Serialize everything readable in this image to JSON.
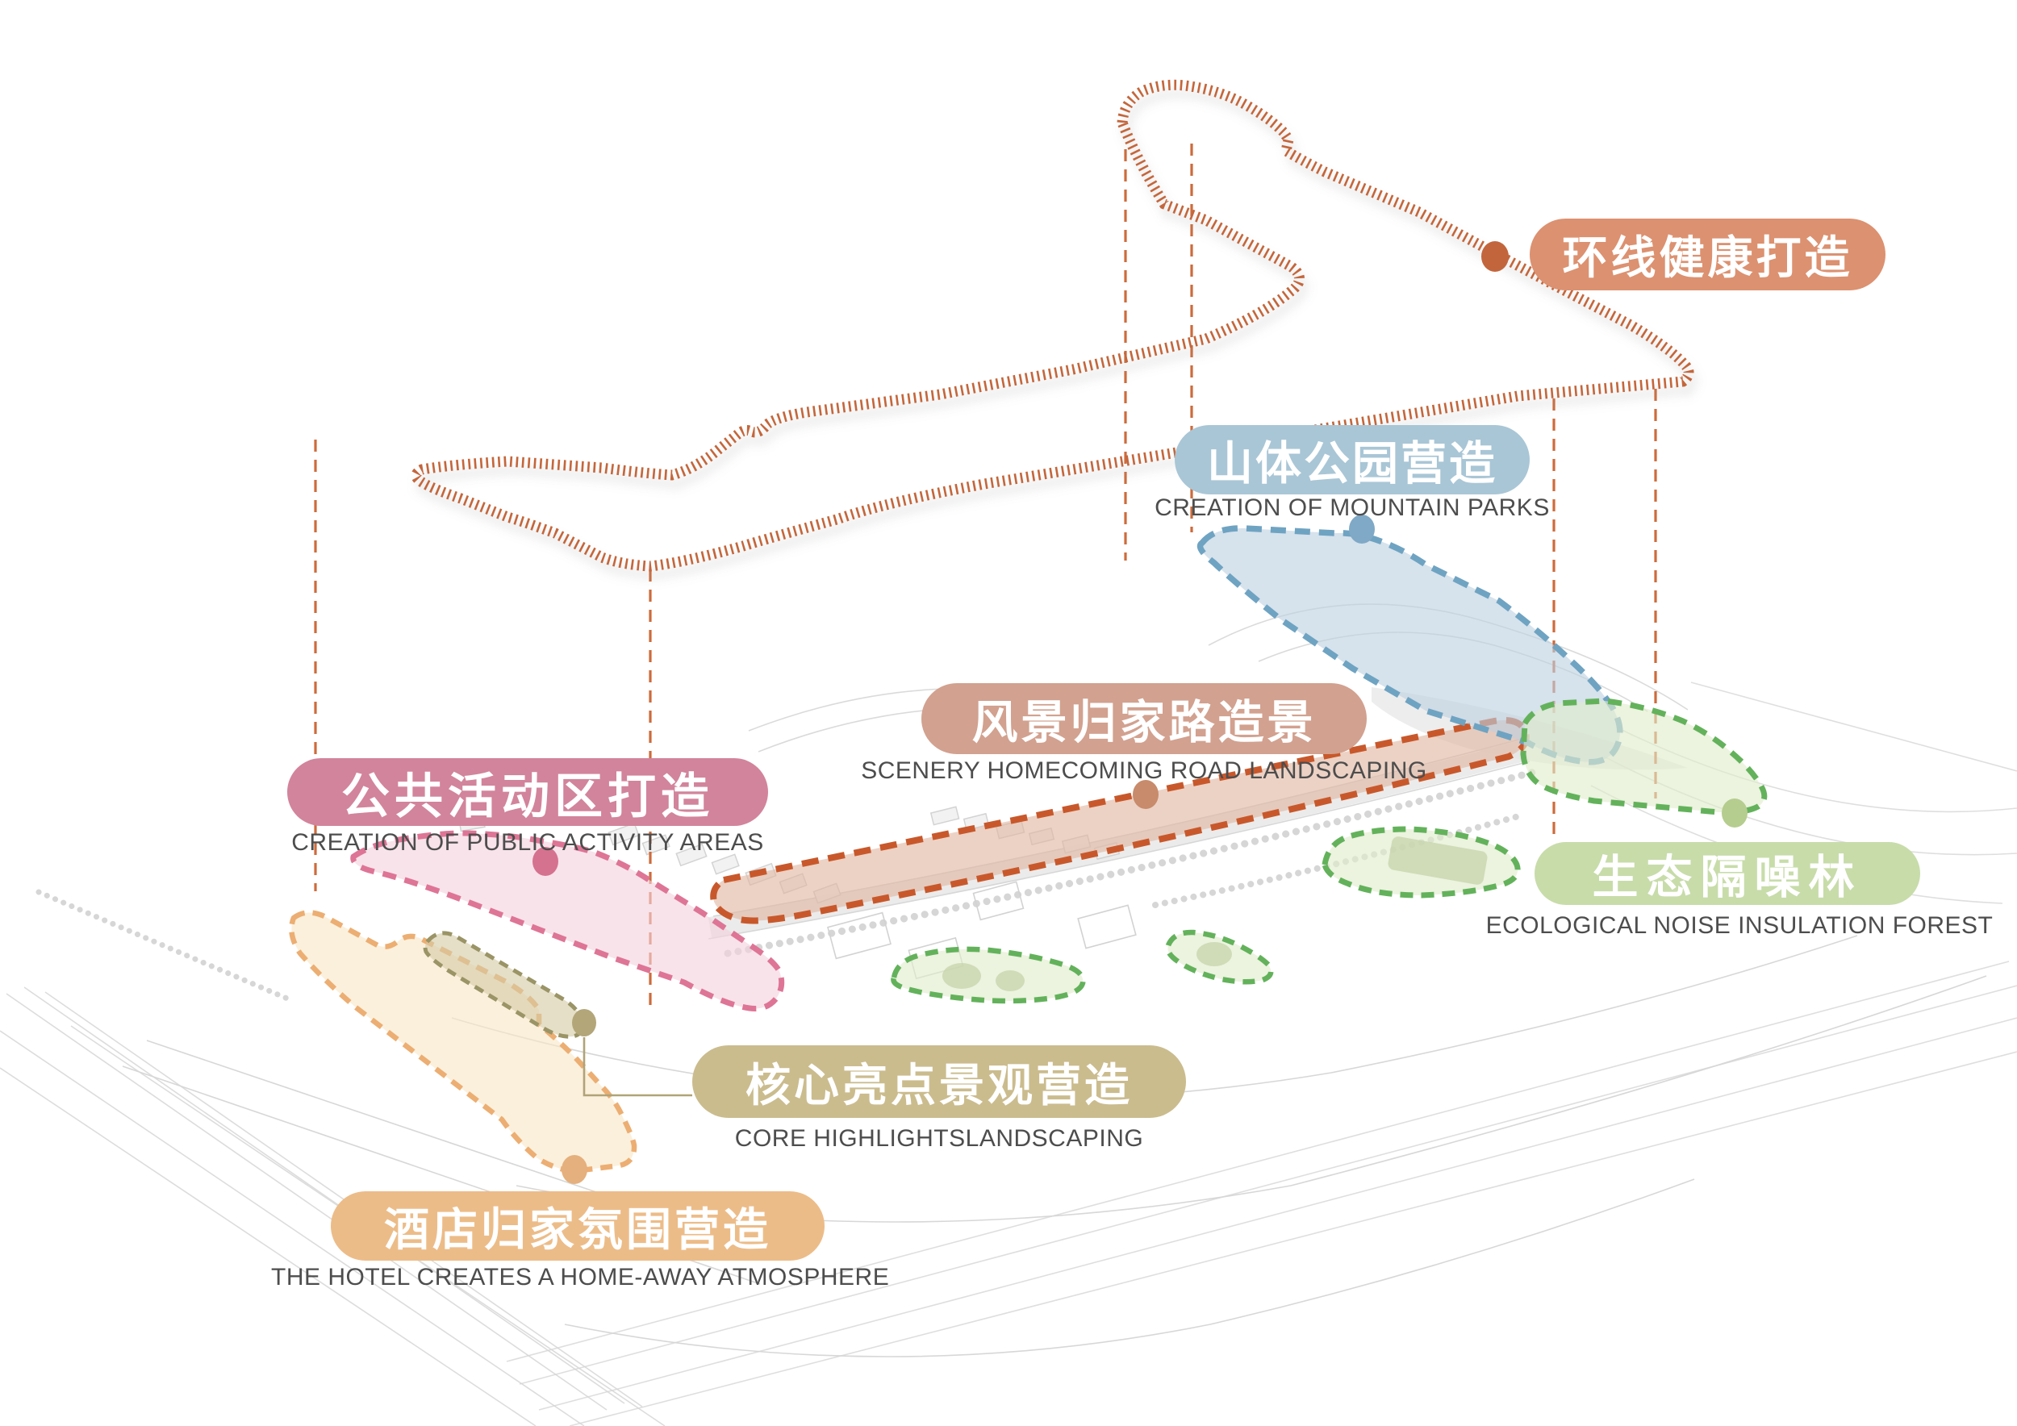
{
  "diagram_title": "Landscape strategy analysis diagram",
  "labels": {
    "ring": {
      "zh": "环线健康打造",
      "en": "",
      "pill": "#DC9170",
      "dot": "#C3653C"
    },
    "mountain": {
      "zh": "山体公园营造",
      "en": "CREATION OF MOUNTAIN PARKS",
      "pill": "#A9C6D6",
      "dot": "#7FA9C6"
    },
    "public": {
      "zh": "公共活动区打造",
      "en": "CREATION OF PUBLIC ACTIVITY AREAS",
      "pill": "#D2849C",
      "dot": "#D5728F"
    },
    "road": {
      "zh": "风景归家路造景",
      "en": "SCENERY HOMECOMING ROAD LANDSCAPING",
      "pill": "#D2A18F",
      "dot": "#C88B6B"
    },
    "eco": {
      "zh": "生态隔噪林",
      "en": "ECOLOGICAL NOISE INSULATION FOREST",
      "pill": "#C8DCAA",
      "dot": "#B5CD8E"
    },
    "core": {
      "zh": "核心亮点景观营造",
      "en": "CORE HIGHLIGHTSLANDSCAPING",
      "pill": "#CBBC8E",
      "dot": "#B3A679"
    },
    "hotel": {
      "zh": "酒店归家氛围营造",
      "en": "THE HOTEL CREATES A HOME-AWAY ATMOSPHERE",
      "pill": "#ECBC88",
      "dot": "#E5B07D"
    }
  },
  "zones": {
    "mountain": {
      "fill": "#BDD1E0",
      "stroke": "#6FA3C2"
    },
    "public": {
      "fill": "#F3D2DD",
      "stroke": "#DE7596"
    },
    "road": {
      "fill": "#E0B6A2",
      "stroke": "#C8582B"
    },
    "eco": {
      "fill": "#E0EBCC",
      "stroke": "#63B25B"
    },
    "core": {
      "fill": "#D5CBA6",
      "stroke": "#9A9466"
    },
    "hotel": {
      "fill": "#F8E6C6",
      "stroke": "#ECAE72"
    }
  },
  "track": {
    "color": "#C4663A",
    "guide_color": "#CD6B3B",
    "connector_color": "#B0A377"
  }
}
